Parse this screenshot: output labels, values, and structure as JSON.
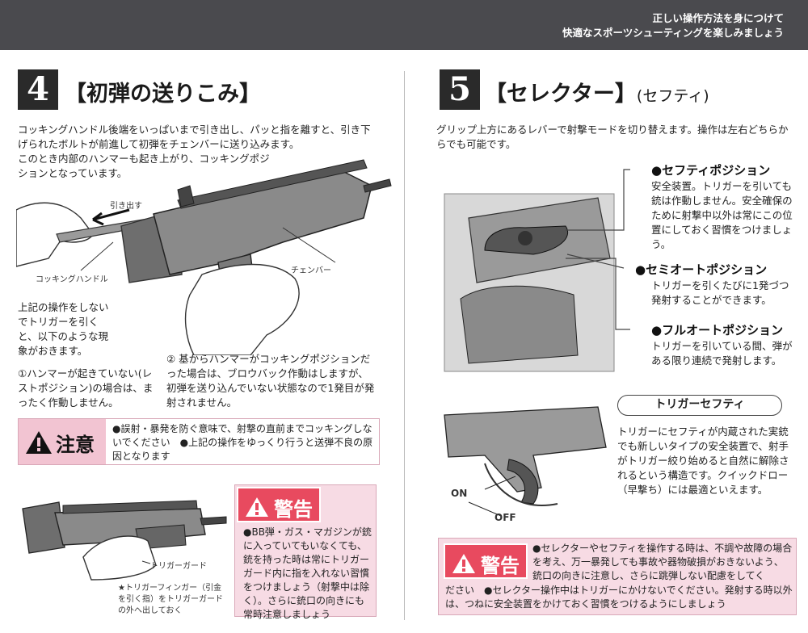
{
  "header": {
    "line1": "正しい操作方法を身につけて",
    "line2": "快適なスポーツシューティングを楽しみましょう"
  },
  "section4": {
    "number": "4",
    "title": "【初弾の送りこみ】",
    "intro": "コッキングハンドル後端をいっぱいまで引き出し、パッと指を離すと、引き下げられたボルトが前進して初弾をチェンバーに送り込みます。",
    "intro2": "このとき内部のハンマーも起き上がり、コッキングポジションとなっています。",
    "pull_label": "引き出す",
    "handle_label": "コッキングハンドル",
    "chamber_label": "チェンバー",
    "misop": "上記の操作をしないでトリガーを引くと、以下のような現象がおきます。",
    "case1": "①ハンマーが起きていない(レストポジション)の場合は、まったく作動しません。",
    "case2": "② 基からハンマーがコッキングポジションだった場合は、ブロウバック作動はしますが、初弾を送り込んでいない状態なので1発目が発射されません。",
    "caution_label": "注意",
    "caution_text": "●誤射・暴発を防ぐ意味で、射撃の直前までコッキングしないでください　●上記の操作をゆっくり行うと送弾不良の原因となります",
    "guard_label": "トリガーガード",
    "finger_note": "★トリガーフィンガー（引金を引く指）をトリガーガードの外へ出しておく",
    "warn_label": "警告",
    "warn_text": "●BB弾・ガス・マガジンが銃に入っていてもいなくても、銃を持った時は常にトリガーガード内に指を入れない習慣をつけましょう（射撃中は除く）。さらに銃口の向きにも常時注意しましょう"
  },
  "section5": {
    "number": "5",
    "title": "【セレクター】",
    "subtitle": "(セフティ)",
    "intro": "グリップ上方にあるレバーで射撃モードを切り替えます。操作は左右どちらからでも可能です。",
    "safety_head": "●セフティポジション",
    "safety_text": "安全装置。トリガーを引いても銃は作動しません。安全確保のために射撃中以外は常にこの位置にしておく習慣をつけましょう。",
    "semi_head": "●セミオートポジション",
    "semi_text": "トリガーを引くたびに1発づつ発射することができます。",
    "full_head": "●フルオートポジション",
    "full_text": "トリガーを引いている間、弾がある限り連続で発射します。",
    "trigger_safety_title": "トリガーセフティ",
    "trigger_safety_text": "トリガーにセフティが内蔵された実銃でも新しいタイプの安全装置で、射手がトリガー絞り始めると自然に解除されるという構造です。クイックドロー（早撃ち）には最適といえます。",
    "on_label": "ON",
    "off_label": "OFF",
    "warn_label": "警告",
    "warn_text1": "●セレクターやセフティを操作する時は、不調や故障の場合を考え、万一暴発しても事故や器物破損がおきないよう、銃口の向きに注意し、さらに跳弾しない配慮をしてく",
    "warn_text2": "ださい　●セレクター操作中はトリガーにかけないでください。発射する時以外は、つねに安全装置をかけておく習慣をつけるようにしましょう"
  },
  "colors": {
    "banner": "#4a4a4e",
    "caution_pink": "#f2c4d2",
    "warning_red": "#e84a5f",
    "warning_bg": "#f7dbe4"
  }
}
